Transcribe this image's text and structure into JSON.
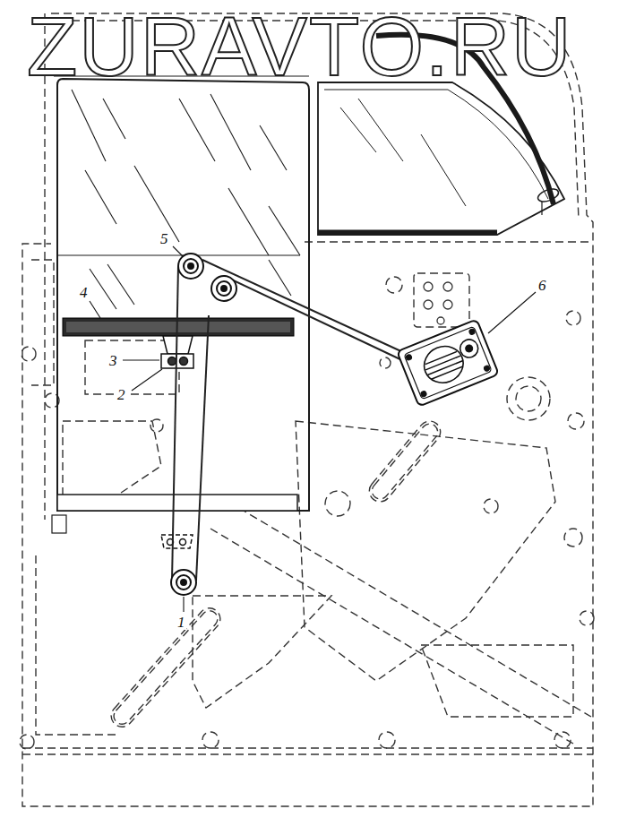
{
  "diagram": {
    "labels": [
      "ZURAVTO.RU",
      "1",
      "2",
      "3",
      "4",
      "5",
      "6"
    ]
  }
}
